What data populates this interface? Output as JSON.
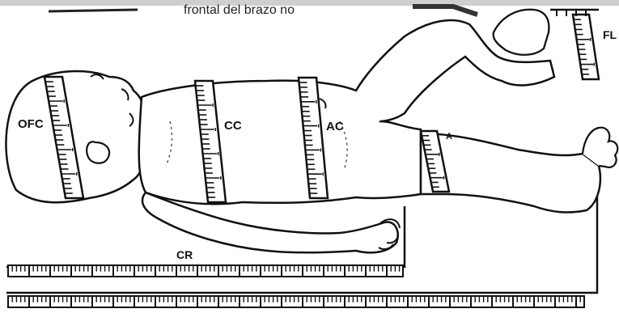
{
  "caption": "frontal del brazo no",
  "labels": {
    "ofc": "OFC",
    "cc": "CC",
    "ac": "AC",
    "a": "A",
    "fl": "FL",
    "cr": "CR"
  }
}
